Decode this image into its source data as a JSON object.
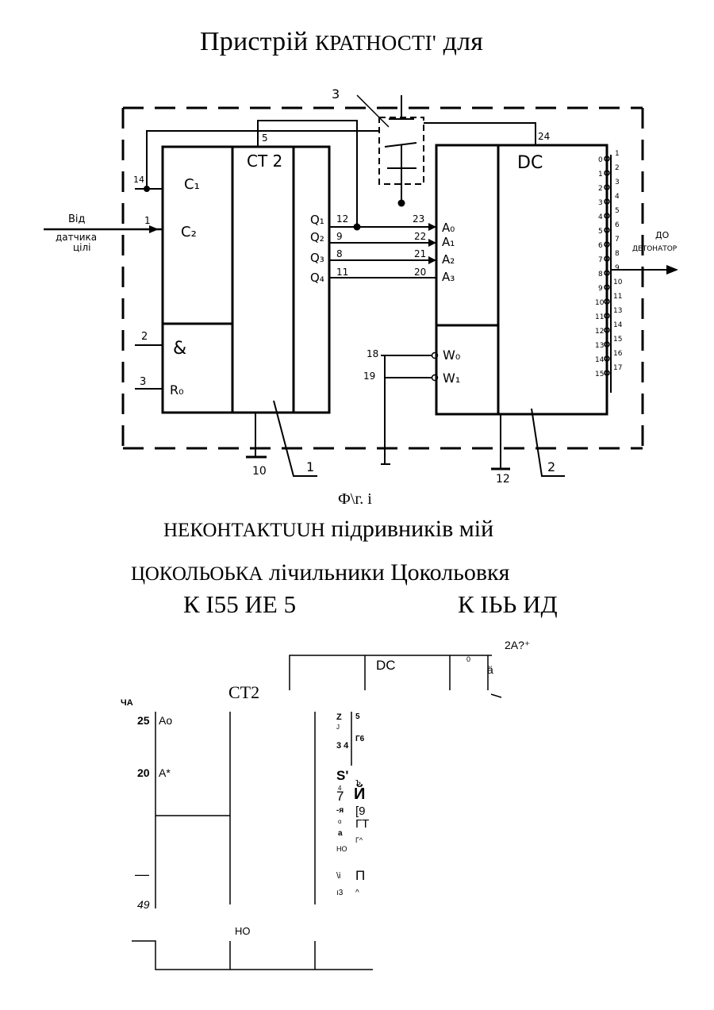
{
  "header": {
    "title_a": "Пристрій ",
    "title_b": "КРАТНОСТІ'",
    "title_c": " для"
  },
  "figure": {
    "caption": "Ф\\г. і"
  },
  "schematic": {
    "counter_label": "СТ 2",
    "decoder_label": "DC",
    "counter_inputs": [
      "C₁",
      "C₂",
      "&",
      "R₀"
    ],
    "counter_outputs": [
      "Q₁",
      "Q₂",
      "Q₃",
      "Q₄"
    ],
    "decoder_inputs": [
      "A₀",
      "A₁",
      "A₂",
      "A₃"
    ],
    "decoder_strobes": [
      "W₀",
      "W₁"
    ],
    "pin_left": [
      "14",
      "1",
      "2",
      "3"
    ],
    "pin_q": [
      "12",
      "9",
      "8",
      "11"
    ],
    "pin_a": [
      "23",
      "22",
      "21",
      "20"
    ],
    "pin_w": [
      "18",
      "19"
    ],
    "pin_top_counter": "5",
    "pin_top_decoder": "24",
    "pin_gnd_counter": "10",
    "pin_gnd_decoder": "12",
    "block_counter_num": "1",
    "block_decoder_num": "2",
    "block_switch_num": "3",
    "input_label": [
      "Від",
      "датчика",
      "цілі"
    ],
    "output_label": [
      "ДО",
      "ДЕТОНАТОР"
    ],
    "decoder_out_idx": [
      "0",
      "1",
      "2",
      "3",
      "4",
      "5",
      "6",
      "7",
      "8",
      "9",
      "10",
      "11",
      "12",
      "13",
      "14",
      "15"
    ],
    "decoder_out_pins": [
      "1",
      "2",
      "3",
      "4",
      "5",
      "6",
      "7",
      "8",
      "9",
      "10",
      "11",
      "13",
      "14",
      "15",
      "16",
      "17"
    ]
  },
  "subtitle": {
    "line1_a": "НЕКОНТАКТUUН",
    "line1_b": " підривників мій",
    "line2_a": "ЦОКОЛЬОЬКА",
    "line2_b": " лічильники Цокольовкя",
    "chip_counter": "К І55 ИЕ 5",
    "chip_decoder": "К ІЬЬ  ИД"
  },
  "lower_fragment": {
    "dc_label": "DC",
    "ct_label": "CT2",
    "corner_text": "2A?⁺",
    "tiny_zero": "0",
    "tiny_a": "ä",
    "ch_label": "ЧА",
    "row1_num": "25",
    "row1_name": "Ao",
    "row2_num": "20",
    "row2_name": "A*",
    "dash": "—",
    "num49": "49",
    "ho_bottom": "НО",
    "col_a": [
      "Z",
      "J",
      "3 4",
      "S'",
      "4",
      "7",
      "-я",
      "о",
      "a",
      "НО",
      "\\i",
      "ı3"
    ],
    "col_b": [
      "5",
      "Г6",
      "ъ",
      "Й",
      "[9",
      "ГТ",
      "Г^",
      "П",
      "^"
    ]
  }
}
